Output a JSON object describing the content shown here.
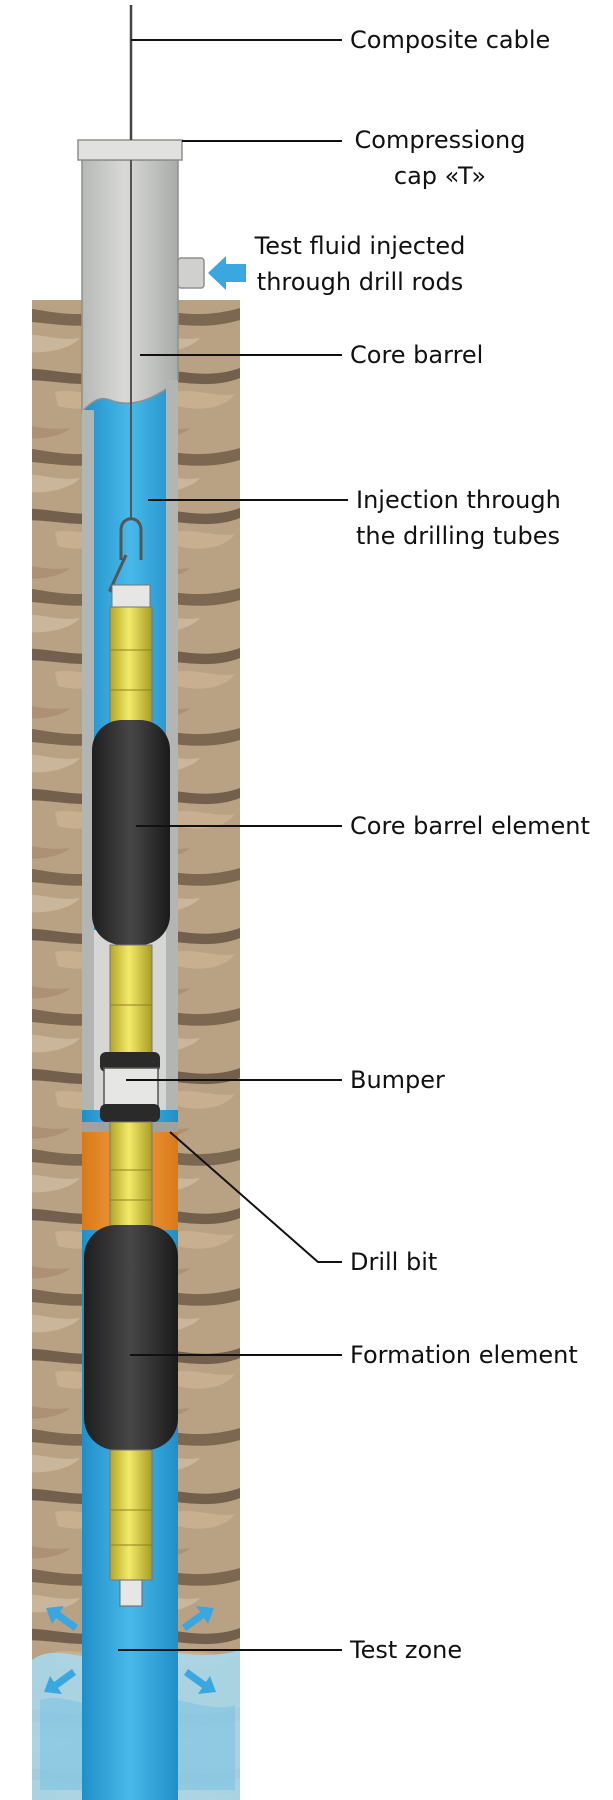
{
  "labels": {
    "composite_cable": "Composite cable",
    "compression_cap": [
      "Compressiong",
      "cap «T»"
    ],
    "test_fluid": [
      "Test fluid injected",
      "through drill rods"
    ],
    "core_barrel": "Core barrel",
    "injection": [
      "Injection through",
      "the drilling tubes"
    ],
    "core_barrel_element": "Core barrel element",
    "bumper": "Bumper",
    "drill_bit": "Drill bit",
    "formation_element": "Formation element",
    "test_zone": "Test zone"
  },
  "colors": {
    "rock_base": "#b9a183",
    "rock_dark": "#5a4a3a",
    "rod_gray": "#c9cbc9",
    "fluid_blue": "#2fa6dc",
    "tool_yellow": "#e4d84a",
    "packer_dark": "#2f2f2f",
    "bit_orange": "#e98d2a",
    "arrow_blue": "#3aa7e0"
  }
}
